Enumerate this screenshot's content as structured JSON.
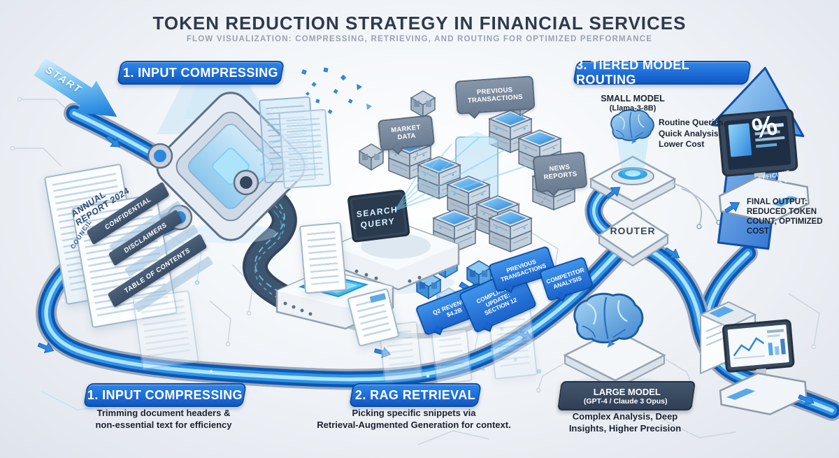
{
  "header": {
    "title": "TOKEN REDUCTION STRATEGY IN FINANCIAL SERVICES",
    "subtitle": "FLOW VISUALIZATION: COMPRESSING, RETRIEVING, AND ROUTING FOR OPTIMIZED PERFORMANCE"
  },
  "start_label": "START",
  "banners": {
    "input_compressing_top": "1. INPUT COMPRESSING",
    "tiered_routing": "3. TIERED MODEL ROUTING",
    "input_compressing_bottom": "1. INPUT COMPRESSING",
    "rag_retrieval": "2. RAG RETRIEVAL"
  },
  "captions": {
    "input_compressing": "Trimming document headers &\nnon-essential text for efficiency",
    "rag_retrieval": "Picking specific snippets via\nRetrieval-Augmented Generation for context.",
    "large_model": "Complex Analysis, Deep\nInsights, Higher Precision",
    "small_model": "Routine Queries,\nQuick Analysis,\nLower Cost",
    "final_output": "FINAL OUTPUT:\nREDUCED TOKEN\nCOUNT, OPTIMIZED\nCOST"
  },
  "document": {
    "title": "ANNUAL\nREPORT 2024",
    "side_label": "COUNCIL",
    "strips": [
      "CONFIDENTIAL",
      "DISCLAIMERS",
      "TABLE OF CONTENTS"
    ]
  },
  "search_query": "SEARCH\nQUERY",
  "data_sources": [
    "MARKET\nDATA",
    "PREVIOUS\nTRANSACTIONS",
    "NEWS\nREPORTS"
  ],
  "snippets": [
    "Q2 REVENUE:\n$4.2B",
    "COMPLIANCE\nUPDATE:\nSECTION 12",
    "PREVIOUS\nTRANSACTIONS",
    "COMPETITOR\nANALYSIS"
  ],
  "router_label": "ROUTER",
  "small_model": {
    "title": "SMALL MODEL",
    "subtitle": "(Llama-3-8B)"
  },
  "large_model": {
    "title": "LARGE MODEL",
    "subtitle": "(GPT-4 / Claude 3 Opus)"
  },
  "percent": {
    "symbol": "%",
    "caption": "EFFICIENT\nGAINS &\nCOST\nSAVINGS"
  },
  "colors": {
    "accent_blue": "#1a6fd4",
    "pipe_blue": "#2f93e8",
    "navy": "#36495f",
    "title_text": "#2e3a4c"
  }
}
